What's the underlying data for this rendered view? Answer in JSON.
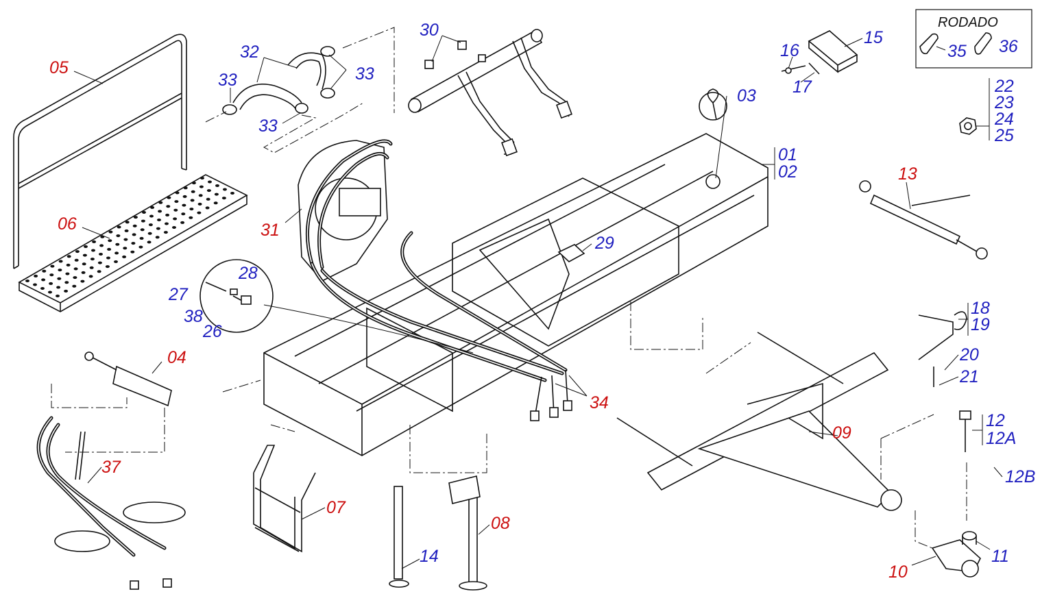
{
  "diagram": {
    "inset": {
      "title": "RODADO"
    },
    "labels": [
      {
        "id": "l05",
        "text": "05",
        "color": "#cc1010"
      },
      {
        "id": "l06",
        "text": "06",
        "color": "#cc1010"
      },
      {
        "id": "l32",
        "text": "32",
        "color": "#1f1fbf"
      },
      {
        "id": "l33a",
        "text": "33",
        "color": "#1f1fbf"
      },
      {
        "id": "l33b",
        "text": "33",
        "color": "#1f1fbf"
      },
      {
        "id": "l33c",
        "text": "33",
        "color": "#1f1fbf"
      },
      {
        "id": "l30",
        "text": "30",
        "color": "#1f1fbf"
      },
      {
        "id": "l16",
        "text": "16",
        "color": "#1f1fbf"
      },
      {
        "id": "l15",
        "text": "15",
        "color": "#1f1fbf"
      },
      {
        "id": "l17",
        "text": "17",
        "color": "#1f1fbf"
      },
      {
        "id": "l35",
        "text": "35",
        "color": "#1f1fbf"
      },
      {
        "id": "l36",
        "text": "36",
        "color": "#1f1fbf"
      },
      {
        "id": "l22",
        "text": "22",
        "color": "#1f1fbf"
      },
      {
        "id": "l23",
        "text": "23",
        "color": "#1f1fbf"
      },
      {
        "id": "l24",
        "text": "24",
        "color": "#1f1fbf"
      },
      {
        "id": "l25",
        "text": "25",
        "color": "#1f1fbf"
      },
      {
        "id": "l03",
        "text": "03",
        "color": "#1f1fbf"
      },
      {
        "id": "l01",
        "text": "01",
        "color": "#1f1fbf"
      },
      {
        "id": "l02",
        "text": "02",
        "color": "#1f1fbf"
      },
      {
        "id": "l13",
        "text": "13",
        "color": "#cc1010"
      },
      {
        "id": "l31",
        "text": "31",
        "color": "#cc1010"
      },
      {
        "id": "l29",
        "text": "29",
        "color": "#1f1fbf"
      },
      {
        "id": "l28",
        "text": "28",
        "color": "#1f1fbf"
      },
      {
        "id": "l27",
        "text": "27",
        "color": "#1f1fbf"
      },
      {
        "id": "l38",
        "text": "38",
        "color": "#1f1fbf"
      },
      {
        "id": "l26",
        "text": "26",
        "color": "#1f1fbf"
      },
      {
        "id": "l18",
        "text": "18",
        "color": "#1f1fbf"
      },
      {
        "id": "l19",
        "text": "19",
        "color": "#1f1fbf"
      },
      {
        "id": "l04",
        "text": "04",
        "color": "#cc1010"
      },
      {
        "id": "l20",
        "text": "20",
        "color": "#1f1fbf"
      },
      {
        "id": "l21",
        "text": "21",
        "color": "#1f1fbf"
      },
      {
        "id": "l34",
        "text": "34",
        "color": "#cc1010"
      },
      {
        "id": "l12",
        "text": "12",
        "color": "#1f1fbf"
      },
      {
        "id": "l12A",
        "text": "12A",
        "color": "#1f1fbf"
      },
      {
        "id": "l09",
        "text": "09",
        "color": "#cc1010"
      },
      {
        "id": "l37",
        "text": "37",
        "color": "#cc1010"
      },
      {
        "id": "l12B",
        "text": "12B",
        "color": "#1f1fbf"
      },
      {
        "id": "l07",
        "text": "07",
        "color": "#cc1010"
      },
      {
        "id": "l08",
        "text": "08",
        "color": "#cc1010"
      },
      {
        "id": "l14",
        "text": "14",
        "color": "#1f1fbf"
      },
      {
        "id": "l11",
        "text": "11",
        "color": "#1f1fbf"
      },
      {
        "id": "l10",
        "text": "10",
        "color": "#cc1010"
      }
    ]
  }
}
